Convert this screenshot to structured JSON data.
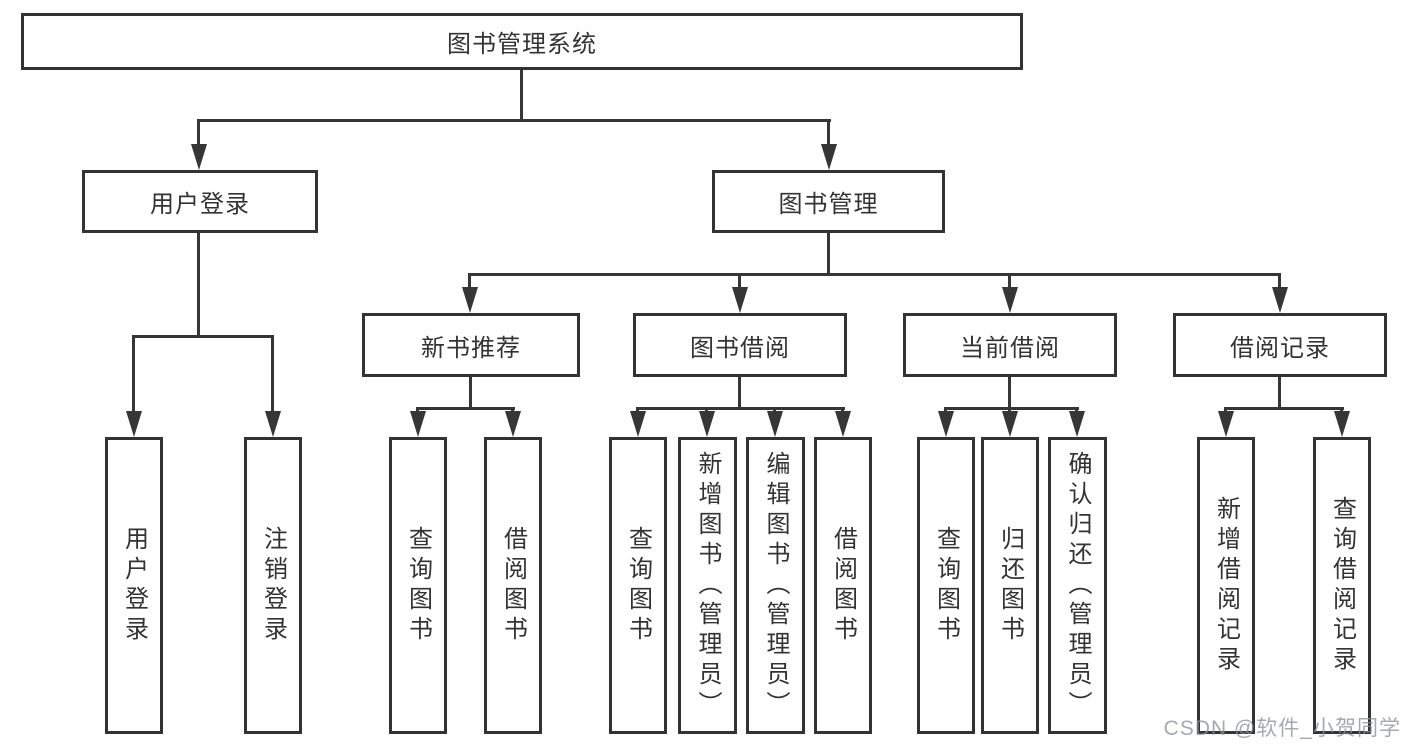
{
  "diagram": {
    "root": {
      "label": "图书管理系统"
    },
    "branches": [
      {
        "label": "用户登录",
        "leaves": [
          {
            "label": "用户登录"
          },
          {
            "label": "注销登录"
          }
        ]
      },
      {
        "label": "图书管理",
        "sections": [
          {
            "label": "新书推荐",
            "leaves": [
              {
                "label": "查询图书"
              },
              {
                "label": "借阅图书"
              }
            ]
          },
          {
            "label": "图书借阅",
            "leaves": [
              {
                "label": "查询图书"
              },
              {
                "label": "新增图书（管理员）"
              },
              {
                "label": "编辑图书（管理员）"
              },
              {
                "label": "借阅图书"
              }
            ]
          },
          {
            "label": "当前借阅",
            "leaves": [
              {
                "label": "查询图书"
              },
              {
                "label": "归还图书"
              },
              {
                "label": "确认归还（管理员）"
              }
            ]
          },
          {
            "label": "借阅记录",
            "leaves": [
              {
                "label": "新增借阅记录"
              },
              {
                "label": "查询借阅记录"
              }
            ]
          }
        ]
      }
    ]
  },
  "watermark": {
    "text": "CSDN @软件_小贺同学"
  },
  "colors": {
    "line": "#363636",
    "box_border": "#333333",
    "text": "#333333",
    "watermark_gray": "#8c8f9b",
    "background": "#ffffff"
  }
}
